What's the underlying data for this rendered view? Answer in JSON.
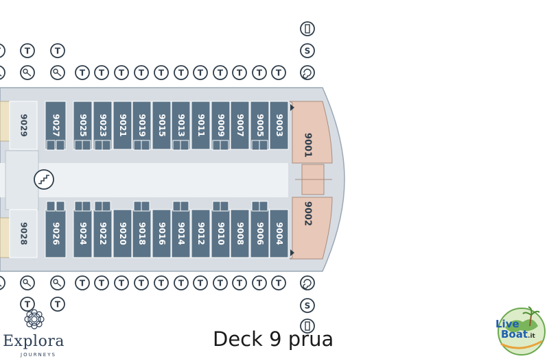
{
  "caption": "Deck 9 prua",
  "brand": {
    "name": "Explora",
    "subtitle": "JOURNEYS",
    "watermark_line1": "Live",
    "watermark_line2": "Boat",
    "watermark_suffix": ".it"
  },
  "icons": {
    "staircase": "staircase-icon",
    "elevator": "elevator-icon",
    "spa": "spa-swirl-icon",
    "stairs": "stairs-icon",
    "toilet": "toilet-icon",
    "direction": "triangle-arrow-icon"
  },
  "cabins_top": [
    "9029",
    "9027",
    "9025",
    "9023",
    "9021",
    "9019",
    "9015",
    "9013",
    "9011",
    "9009",
    "9007",
    "9005",
    "9003"
  ],
  "cabins_bottom": [
    "9028",
    "9026",
    "9024",
    "9022",
    "9020",
    "9018",
    "9016",
    "9014",
    "9012",
    "9010",
    "9008",
    "9006",
    "9004"
  ],
  "suites": [
    "9001",
    "9002"
  ],
  "symbols": {
    "t_letter": "T",
    "s_letter": "S"
  },
  "colors": {
    "cabin": "#5b7387",
    "hull": "#d7dde3",
    "corridor": "#eef1f4",
    "suite": "#e8c8b8",
    "sand": "#ede2c4",
    "outline": "#2f3d4a"
  }
}
